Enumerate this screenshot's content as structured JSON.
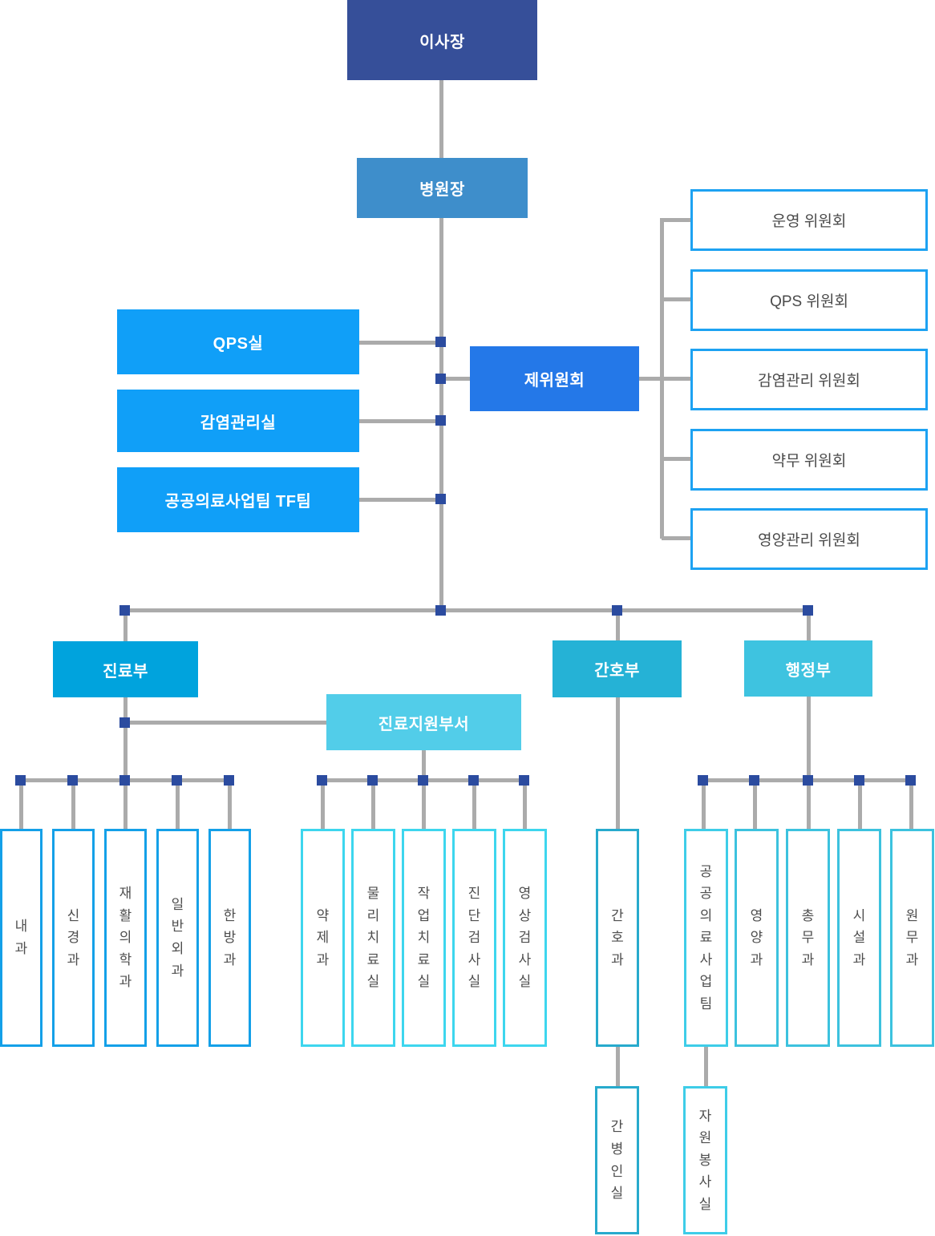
{
  "org": {
    "chairman": "이사장",
    "director": "병원장",
    "staff_offices": [
      "QPS실",
      "감염관리실",
      "공공의료사업팀 TF팀"
    ],
    "committee_hub": "제위원회",
    "committees": [
      "운영 위원회",
      "QPS 위원회",
      "감염관리 위원회",
      "약무 위원회",
      "영양관리 위원회"
    ],
    "departments": {
      "medical": "진료부",
      "support": "진료지원부서",
      "nursing": "간호부",
      "admin": "행정부"
    },
    "medical_children": [
      "내과",
      "신경과",
      "재활의학과",
      "일반외과",
      "한방과"
    ],
    "support_children": [
      "약제과",
      "물리치료실",
      "작업치료실",
      "진단검사실",
      "영상검사실"
    ],
    "nursing_children": [
      "간호과"
    ],
    "nursing_grandchild": "간병인실",
    "admin_children": [
      "공공의료사업팀",
      "영양과",
      "총무과",
      "시설과",
      "원무과"
    ],
    "admin_grandchild": "자원봉사실"
  },
  "palette": {
    "chairman_bg": "#364f99",
    "director_bg": "#3e8ecb",
    "staff_office_bg": "#109ff8",
    "committee_hub_bg": "#2478e8",
    "committee_border": "#1da2f2",
    "medical_bg": "#00a3dd",
    "support_bg": "#52cde9",
    "nursing_bg": "#25b2d6",
    "admin_bg": "#3ec3e0",
    "medical_child_border": "#14a0e8",
    "support_child_border": "#3dd6ee",
    "nursing_child_border": "#27aacd",
    "admin_team_border": "#3ecde8",
    "admin_child_border": "#3cc2de",
    "connector_line": "#ababab",
    "connector_node": "#2b4b9f",
    "box_text_dark": "#4a4a4a"
  }
}
